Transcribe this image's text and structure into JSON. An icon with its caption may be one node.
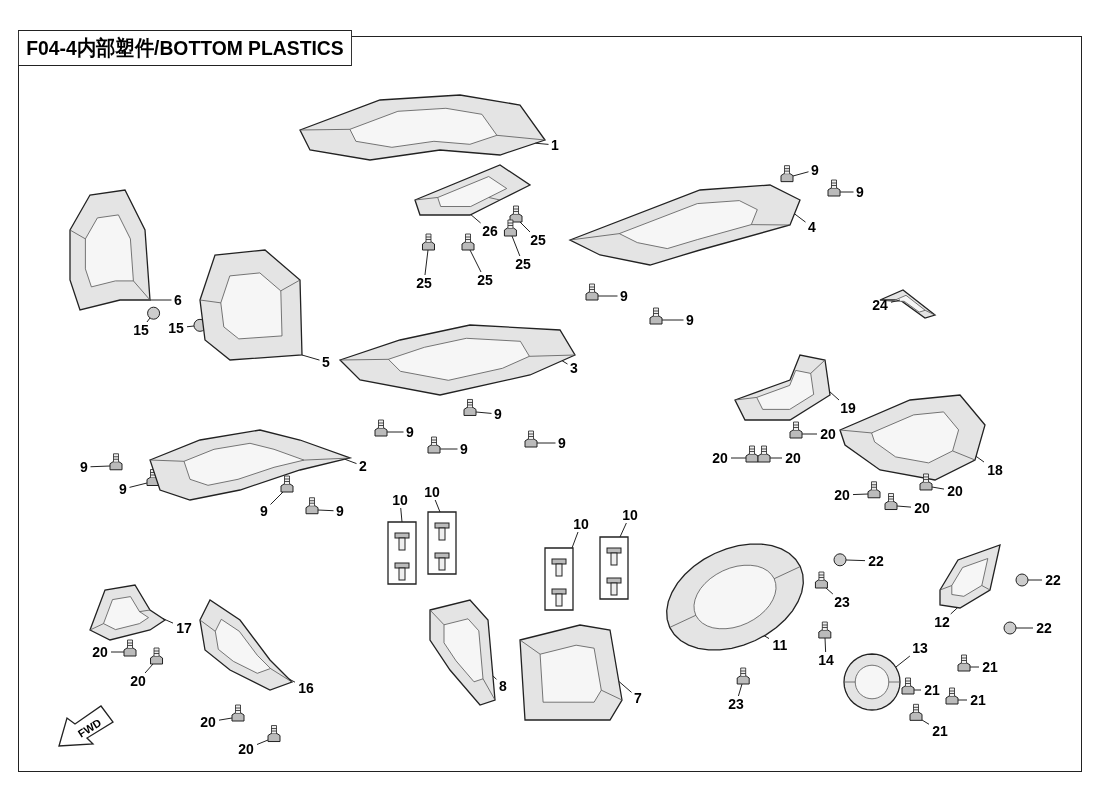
{
  "diagram": {
    "title": "F04-4内部塑件/BOTTOM PLASTICS",
    "nodes": [
      {
        "text": [
          "1"
        ]
      },
      {
        "text": [
          "9"
        ]
      },
      {
        "text": [
          "9"
        ]
      },
      {
        "text": [
          "26"
        ]
      },
      {
        "text": [
          "25"
        ]
      },
      {
        "text": [
          "4"
        ]
      },
      {
        "text": [
          "25"
        ]
      },
      {
        "text": [
          "25"
        ]
      },
      {
        "text": [
          "25"
        ]
      },
      {
        "text": [
          "9"
        ]
      },
      {
        "text": [
          "9"
        ]
      },
      {
        "text": [
          "6"
        ]
      },
      {
        "text": [
          "15"
        ]
      },
      {
        "text": [
          "15"
        ]
      },
      {
        "text": [
          "5"
        ]
      },
      {
        "text": [
          "3"
        ]
      },
      {
        "text": [
          "24"
        ]
      },
      {
        "text": [
          "19"
        ]
      },
      {
        "text": [
          "9"
        ]
      },
      {
        "text": [
          "9"
        ]
      },
      {
        "text": [
          "9"
        ]
      },
      {
        "text": [
          "9"
        ]
      },
      {
        "text": [
          "20"
        ]
      },
      {
        "text": [
          "20"
        ]
      },
      {
        "text": [
          "20"
        ]
      },
      {
        "text": [
          "18"
        ]
      },
      {
        "text": [
          "9"
        ]
      },
      {
        "text": [
          "9"
        ]
      },
      {
        "text": [
          "2"
        ]
      },
      {
        "text": [
          "9"
        ]
      },
      {
        "text": [
          "9"
        ]
      },
      {
        "text": [
          "20"
        ]
      },
      {
        "text": [
          "20"
        ]
      },
      {
        "text": [
          "20"
        ]
      },
      {
        "text": [
          "10"
        ]
      },
      {
        "text": [
          "10"
        ]
      },
      {
        "text": [
          "10"
        ]
      },
      {
        "text": [
          "10"
        ]
      },
      {
        "text": [
          "22"
        ]
      },
      {
        "text": [
          "22"
        ]
      },
      {
        "text": [
          "23"
        ]
      },
      {
        "text": [
          "11"
        ]
      },
      {
        "text": [
          "14"
        ]
      },
      {
        "text": [
          "12"
        ]
      },
      {
        "text": [
          "22"
        ]
      },
      {
        "text": [
          "13"
        ]
      },
      {
        "text": [
          "21"
        ]
      },
      {
        "text": [
          "17"
        ]
      },
      {
        "text": [
          "20"
        ]
      },
      {
        "text": [
          "20"
        ]
      },
      {
        "text": [
          "23"
        ]
      },
      {
        "text": [
          "21"
        ]
      },
      {
        "text": [
          "21"
        ]
      },
      {
        "text": [
          "21"
        ]
      },
      {
        "text": [
          "8"
        ]
      },
      {
        "text": [
          "7"
        ]
      },
      {
        "text": [
          "16"
        ]
      },
      {
        "text": [
          "20"
        ]
      },
      {
        "text": [
          "20"
        ]
      },
      {
        "text": [
          "FWD"
        ]
      },
      {
        "text": [],
        "shape": "picture"
      },
      {
        "text": [],
        "shape": "bolt"
      },
      {
        "text": [],
        "shape": "bolt"
      },
      {
        "text": [],
        "shape": "picture"
      },
      {
        "text": [],
        "shape": "bolt"
      },
      {
        "text": [],
        "shape": "picture"
      },
      {
        "text": [],
        "shape": "bolt"
      },
      {
        "text": [],
        "shape": "bolt"
      },
      {
        "text": [],
        "shape": "bolt"
      },
      {
        "text": [],
        "shape": "bolt"
      },
      {
        "text": [],
        "shape": "bolt"
      },
      {
        "text": [],
        "shape": "picture"
      },
      {
        "text": [],
        "shape": "circle"
      },
      {
        "text": [],
        "shape": "circle"
      },
      {
        "text": [],
        "shape": "picture"
      },
      {
        "text": [],
        "shape": "picture"
      },
      {
        "text": [],
        "shape": "picture"
      },
      {
        "text": [],
        "shape": "picture"
      },
      {
        "text": [],
        "shape": "bolt"
      },
      {
        "text": [],
        "shape": "bolt"
      },
      {
        "text": [],
        "shape": "bolt"
      },
      {
        "text": [],
        "shape": "bolt"
      },
      {
        "text": [],
        "shape": "bolt"
      },
      {
        "text": [],
        "shape": "bolt"
      },
      {
        "text": [],
        "shape": "bolt"
      },
      {
        "text": [],
        "shape": "picture"
      },
      {
        "text": [],
        "shape": "bolt"
      },
      {
        "text": [],
        "shape": "bolt"
      },
      {
        "text": [],
        "shape": "picture"
      },
      {
        "text": [],
        "shape": "bolt"
      },
      {
        "text": [],
        "shape": "bolt"
      },
      {
        "text": [],
        "shape": "bolt"
      },
      {
        "text": [],
        "shape": "bolt"
      },
      {
        "text": [],
        "shape": "bolt"
      },
      {
        "text": [],
        "shape": "box"
      },
      {
        "text": [],
        "shape": "box"
      },
      {
        "text": [],
        "shape": "box"
      },
      {
        "text": [],
        "shape": "box"
      },
      {
        "text": [],
        "shape": "circle"
      },
      {
        "text": [],
        "shape": "circle"
      },
      {
        "text": [],
        "shape": "bolt"
      },
      {
        "text": [],
        "shape": "picture"
      },
      {
        "text": [],
        "shape": "bolt"
      },
      {
        "text": [],
        "shape": "picture"
      },
      {
        "text": [],
        "shape": "circle"
      },
      {
        "text": [],
        "shape": "picture"
      },
      {
        "text": [],
        "shape": "bolt"
      },
      {
        "text": [],
        "shape": "picture"
      },
      {
        "text": [],
        "shape": "bolt"
      },
      {
        "text": [],
        "shape": "bolt"
      },
      {
        "text": [],
        "shape": "bolt"
      },
      {
        "text": [],
        "shape": "bolt"
      },
      {
        "text": [],
        "shape": "bolt"
      },
      {
        "text": [],
        "shape": "bolt"
      },
      {
        "text": [],
        "shape": "picture"
      },
      {
        "text": [],
        "shape": "picture"
      },
      {
        "text": [],
        "shape": "picture"
      },
      {
        "text": [],
        "shape": "bolt"
      },
      {
        "text": [],
        "shape": "bolt"
      }
    ],
    "edges": [
      {
        "from": 0,
        "to": 60,
        "arrow": "none"
      },
      {
        "from": 1,
        "to": 61,
        "arrow": "none"
      },
      {
        "from": 2,
        "to": 62,
        "arrow": "none"
      },
      {
        "from": 3,
        "to": 63,
        "arrow": "none"
      },
      {
        "from": 4,
        "to": 64,
        "arrow": "none"
      },
      {
        "from": 5,
        "to": 65,
        "arrow": "none"
      },
      {
        "from": 6,
        "to": 66,
        "arrow": "none"
      },
      {
        "from": 7,
        "to": 67,
        "arrow": "none"
      },
      {
        "from": 8,
        "to": 68,
        "arrow": "none"
      },
      {
        "from": 9,
        "to": 69,
        "arrow": "none"
      },
      {
        "from": 10,
        "to": 70,
        "arrow": "none"
      },
      {
        "from": 11,
        "to": 71,
        "arrow": "none"
      },
      {
        "from": 12,
        "to": 72,
        "arrow": "none"
      },
      {
        "from": 13,
        "to": 73,
        "arrow": "none"
      },
      {
        "from": 14,
        "to": 74,
        "arrow": "none"
      },
      {
        "from": 15,
        "to": 75,
        "arrow": "none"
      },
      {
        "from": 16,
        "to": 76,
        "arrow": "none"
      },
      {
        "from": 17,
        "to": 77,
        "arrow": "none"
      },
      {
        "from": 18,
        "to": 78,
        "arrow": "none"
      },
      {
        "from": 19,
        "to": 79,
        "arrow": "none"
      },
      {
        "from": 20,
        "to": 80,
        "arrow": "none"
      },
      {
        "from": 21,
        "to": 81,
        "arrow": "none"
      },
      {
        "from": 22,
        "to": 82,
        "arrow": "none"
      },
      {
        "from": 23,
        "to": 83,
        "arrow": "none"
      },
      {
        "from": 24,
        "to": 84,
        "arrow": "none"
      },
      {
        "from": 25,
        "to": 85,
        "arrow": "none"
      },
      {
        "from": 26,
        "to": 86,
        "arrow": "none"
      },
      {
        "from": 27,
        "to": 87,
        "arrow": "none"
      },
      {
        "from": 28,
        "to": 88,
        "arrow": "none"
      },
      {
        "from": 29,
        "to": 89,
        "arrow": "none"
      },
      {
        "from": 30,
        "to": 90,
        "arrow": "none"
      },
      {
        "from": 31,
        "to": 91,
        "arrow": "none"
      },
      {
        "from": 32,
        "to": 92,
        "arrow": "none"
      },
      {
        "from": 33,
        "to": 93,
        "arrow": "none"
      },
      {
        "from": 34,
        "to": 94,
        "arrow": "none"
      },
      {
        "from": 35,
        "to": 95,
        "arrow": "none"
      },
      {
        "from": 36,
        "to": 96,
        "arrow": "none"
      },
      {
        "from": 37,
        "to": 97,
        "arrow": "none"
      },
      {
        "from": 38,
        "to": 98,
        "arrow": "none"
      },
      {
        "from": 39,
        "to": 99,
        "arrow": "none"
      },
      {
        "from": 40,
        "to": 100,
        "arrow": "none"
      },
      {
        "from": 41,
        "to": 101,
        "arrow": "none"
      },
      {
        "from": 42,
        "to": 102,
        "arrow": "none"
      },
      {
        "from": 43,
        "to": 103,
        "arrow": "none"
      },
      {
        "from": 44,
        "to": 104,
        "arrow": "none"
      },
      {
        "from": 45,
        "to": 105,
        "arrow": "none"
      },
      {
        "from": 46,
        "to": 106,
        "arrow": "none"
      },
      {
        "from": 47,
        "to": 107,
        "arrow": "none"
      },
      {
        "from": 48,
        "to": 108,
        "arrow": "none"
      },
      {
        "from": 49,
        "to": 109,
        "arrow": "none"
      },
      {
        "from": 50,
        "to": 110,
        "arrow": "none"
      },
      {
        "from": 51,
        "to": 111,
        "arrow": "none"
      },
      {
        "from": 52,
        "to": 112,
        "arrow": "none"
      },
      {
        "from": 53,
        "to": 113,
        "arrow": "none"
      },
      {
        "from": 54,
        "to": 114,
        "arrow": "none"
      },
      {
        "from": 55,
        "to": 115,
        "arrow": "none"
      },
      {
        "from": 56,
        "to": 116,
        "arrow": "none"
      },
      {
        "from": 57,
        "to": 117,
        "arrow": "none"
      },
      {
        "from": 58,
        "to": 118,
        "arrow": "none"
      }
    ]
  }
}
